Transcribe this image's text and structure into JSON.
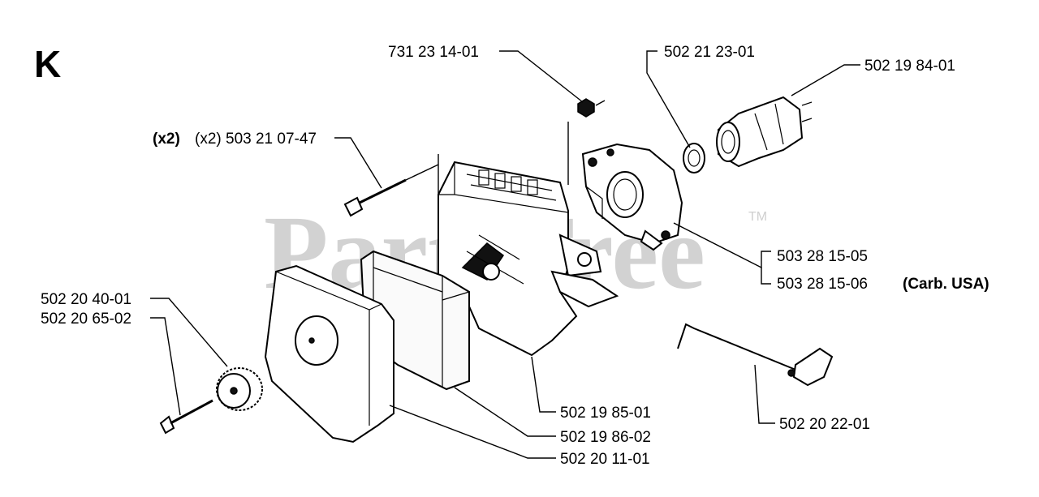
{
  "section_letter": "K",
  "watermark": "PartsTree",
  "trademark": "TM",
  "labels": {
    "p731231401": "731 23 14-01",
    "p502212301": "502 21 23-01",
    "p502198401": "502 19 84-01",
    "x2_prefix": "(x2)",
    "p503210747": "(x2) 503 21 07-47",
    "p503281505": "503 28 15-05",
    "p503281506": "503 28 15-06",
    "carb_usa": "(Carb. USA)",
    "p502204001": "502 20 40-01",
    "p502206502": "502 20 65-02",
    "p502198501": "502 19 85-01",
    "p502198602": "502 19 86-02",
    "p502201101": "502 20 11-01",
    "p502202201": "502 20 22-01"
  }
}
